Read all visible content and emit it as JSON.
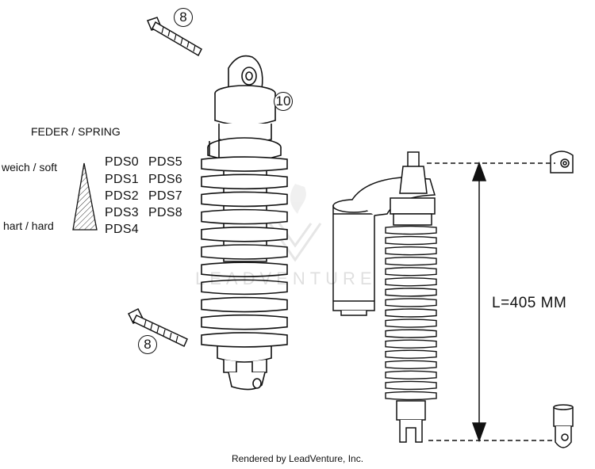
{
  "callouts": {
    "bolt_top": "8",
    "bolt_bottom": "8",
    "shock": "10"
  },
  "spring_table": {
    "heading": "FEDER / SPRING",
    "soft_label": "weich / soft",
    "hard_label": "hart / hard",
    "col1": [
      "PDS0",
      "PDS1",
      "PDS2",
      "PDS3",
      "PDS4"
    ],
    "col2": [
      "PDS5",
      "PDS6",
      "PDS7",
      "PDS8"
    ]
  },
  "dimension": {
    "label": "L=405 MM"
  },
  "watermark": {
    "text": "LEADVENTURE"
  },
  "footer": {
    "text": "Rendered by LeadVenture, Inc."
  }
}
